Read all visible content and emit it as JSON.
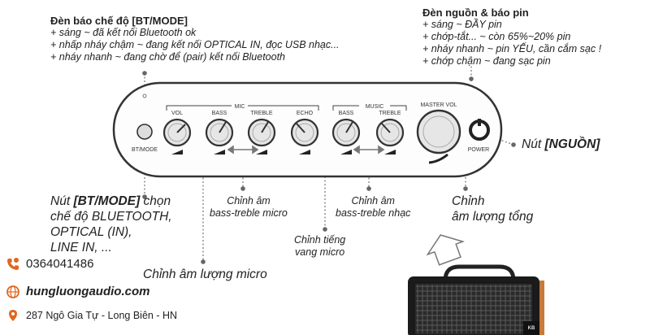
{
  "bt_indicator": {
    "title": "Đèn báo chế độ [BT/MODE]",
    "lines": [
      "+ sáng ~ đã kết nối Bluetooth ok",
      "+ nhấp nháy chậm ~ đang kết nối OPTICAL IN, đọc USB nhạc...",
      "+ nháy nhanh ~ đang chờ để (pair) kết nối Bluetooth"
    ]
  },
  "power_indicator": {
    "title": "Đèn nguồn & báo pin",
    "lines": [
      "+ sáng ~ ĐẦY pin",
      "+ chớp-tắt... ~ còn 65%~20% pin",
      "+ nháy nhanh ~ pin YẾU, cần cắm sạc !",
      "+ chớp chậm ~ đang sạc pin"
    ]
  },
  "panel": {
    "group_mic": "MIC",
    "group_music": "MUSIC",
    "bt_mode": "BT/MODE",
    "knobs": {
      "vol": "VOL",
      "mic_bass": "BASS",
      "mic_treble": "TREBLE",
      "echo": "ECHO",
      "music_bass": "BASS",
      "music_treble": "TREBLE",
      "master_vol": "MASTER VOL"
    },
    "power": "POWER"
  },
  "callouts": {
    "power_button_prefix": "Nút ",
    "power_button_bold": "[NGUỒN]",
    "btmode_prefix": "Nút ",
    "btmode_bold": "[BT/MODE]",
    "btmode_suffix": " chọn",
    "btmode_lines": [
      "chế độ BLUETOOTH,",
      "OPTICAL (IN),",
      "LINE IN, ..."
    ],
    "mic_bass_treble": [
      "Chỉnh âm",
      "bass-treble micro"
    ],
    "music_bass_treble": [
      "Chỉnh âm",
      "bass-treble nhạc"
    ],
    "echo": [
      "Chỉnh tiếng",
      "vang micro"
    ],
    "master": [
      "Chỉnh",
      "âm lượng tổng"
    ],
    "mic_volume": "Chỉnh âm lượng micro"
  },
  "contact": {
    "phone": "0364041486",
    "website": "hungluongaudio.com",
    "address": "287 Ngô Gia Tự - Long Biên - HN"
  },
  "speaker": {
    "brand": "KB"
  },
  "colors": {
    "accent": "#e0671f",
    "line": "#777777",
    "panel": "#333333"
  }
}
